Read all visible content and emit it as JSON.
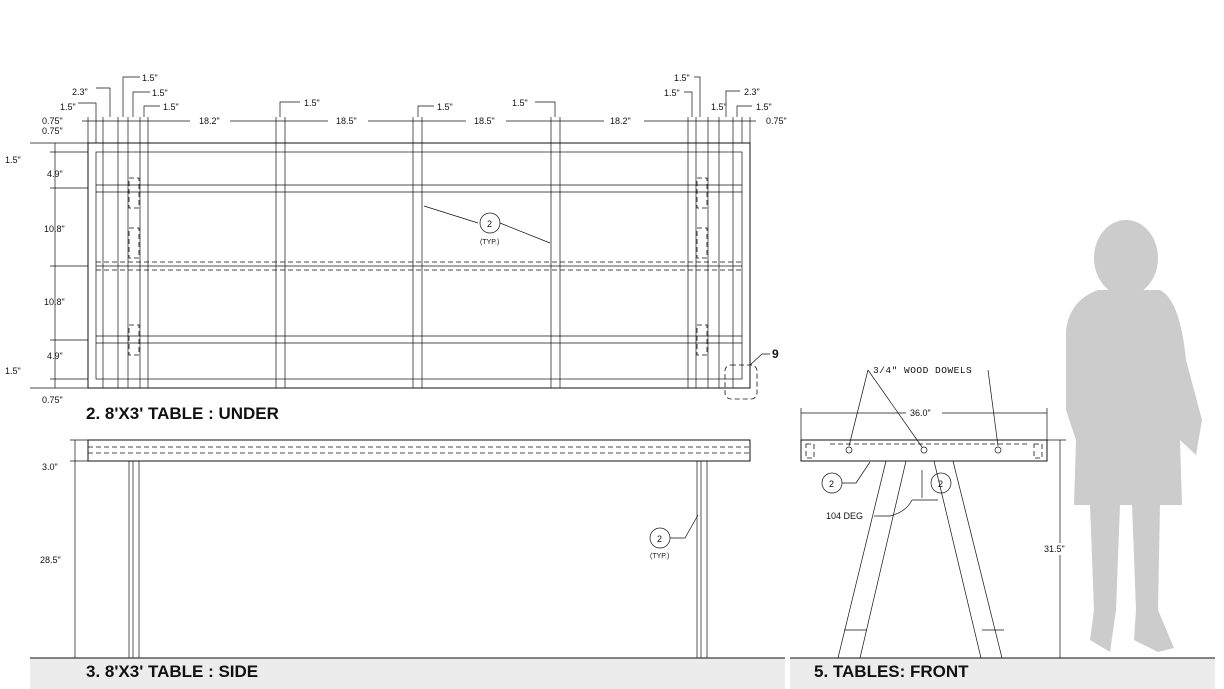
{
  "views": {
    "under": {
      "title": "2. 8'X3' TABLE : UNDER",
      "top_dims": {
        "left": [
          "0.75\"",
          "1.5\"",
          "2.3\"",
          "1.5\"",
          "1.5\"",
          "1.5\""
        ],
        "spans": [
          "18.2\"",
          "18.5\"",
          "18.5\"",
          "18.2\""
        ],
        "mid_small": [
          "1.5\"",
          "1.5\"",
          "1.5\""
        ],
        "right": [
          "1.5\"",
          "1.5\"",
          "2.3\"",
          "1.5\"",
          "1.5\"",
          "0.75\""
        ]
      },
      "side_dims": [
        "0.75\"",
        "1.5\"",
        "4.9\"",
        "10.8\"",
        "10.8\"",
        "4.9\"",
        "1.5\"",
        "0.75\""
      ],
      "callout_num": "2",
      "callout_note": "(TYP.)",
      "detail_tag": "9"
    },
    "side": {
      "title": "3. 8'X3' TABLE : SIDE",
      "dims": [
        "3.0\"",
        "28.5\""
      ],
      "callout_num": "2",
      "callout_note": "(TYP.)"
    },
    "front": {
      "title": "5. TABLES: FRONT",
      "note": "3/4\" WOOD DOWELS",
      "width_dim": "36.0\"",
      "height_dim": "31.5\"",
      "angle": "104 DEG",
      "callouts": [
        "2",
        "2"
      ]
    }
  }
}
